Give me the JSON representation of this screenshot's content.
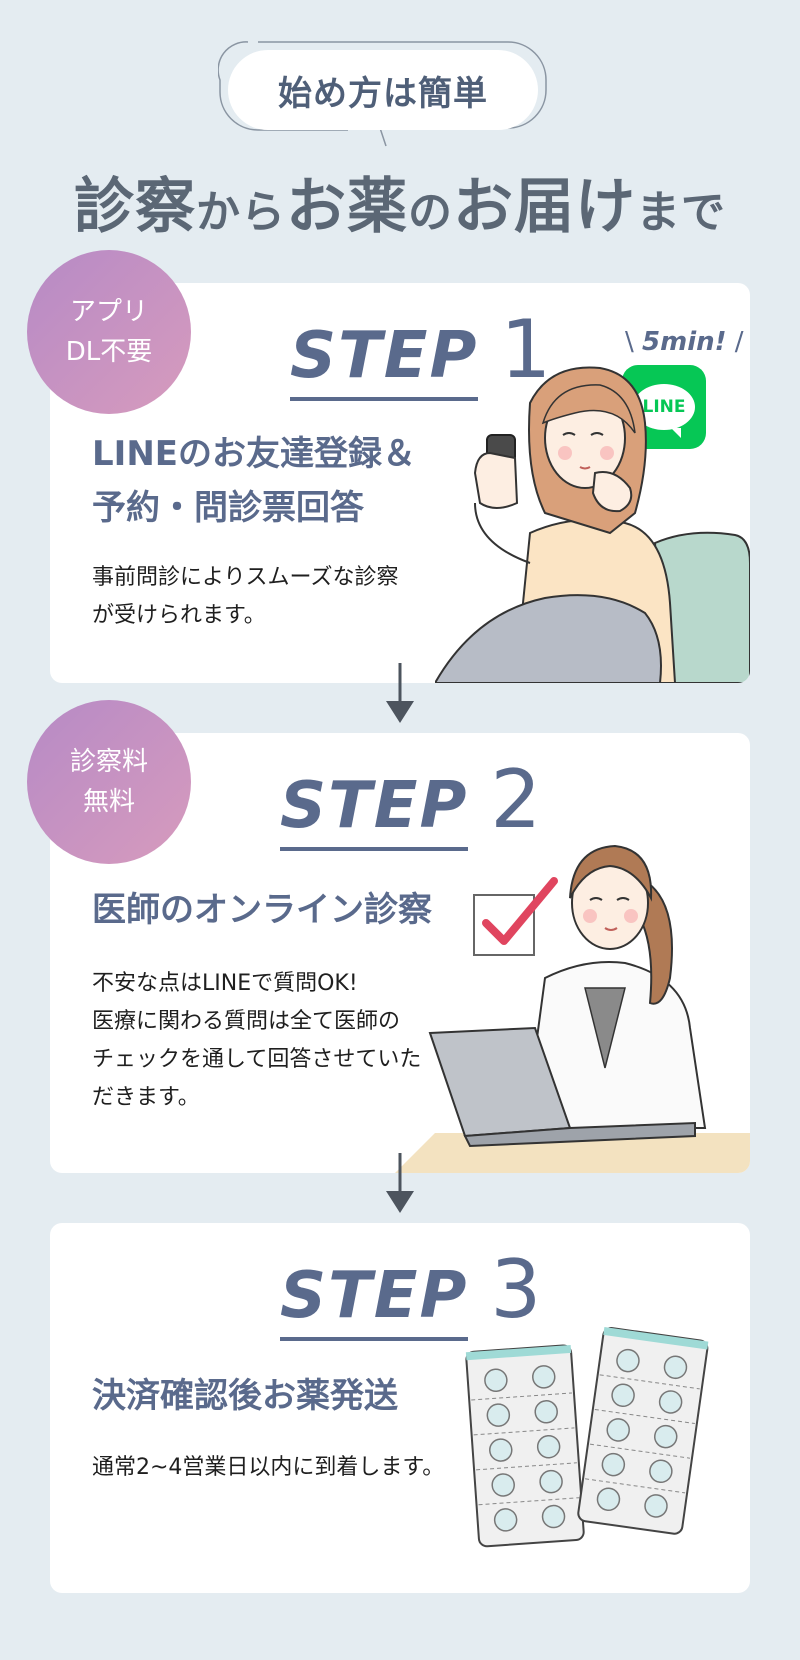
{
  "header": {
    "pill_text": "始め方は簡単",
    "headline_parts": [
      "診察",
      "から",
      "お薬",
      "の",
      "お届け",
      "まで"
    ]
  },
  "steps": [
    {
      "badge_lines": [
        "アプリ",
        "DL不要"
      ],
      "step_label": "STEP",
      "step_number": "1",
      "title_lines": [
        "LINEのお友達登録＆",
        "予約・問診票回答"
      ],
      "desc_lines": [
        "事前問診によりスムーズな診察",
        "が受けられます。"
      ],
      "extra_label": "5min!",
      "line_logo_text": "LINE"
    },
    {
      "badge_lines": [
        "診察料",
        "無料"
      ],
      "step_label": "STEP",
      "step_number": "2",
      "title_lines": [
        "医師のオンライン診察"
      ],
      "desc_lines": [
        "不安な点はLINEで質問OK!",
        "医療に関わる質問は全て医師の",
        "チェックを通して回答させていた",
        "だきます。"
      ]
    },
    {
      "step_label": "STEP",
      "step_number": "3",
      "title_lines": [
        "決済確認後お薬発送"
      ],
      "desc_lines": [
        "通常2~4営業日以内に到着します。"
      ]
    }
  ],
  "colors": {
    "background": "#e4ecf1",
    "accent_blue": "#5a6a8c",
    "badge_gradient_start": "#b68ac6",
    "badge_gradient_end": "#d79bbd",
    "line_green": "#06c755",
    "check_red": "#e0455f"
  }
}
